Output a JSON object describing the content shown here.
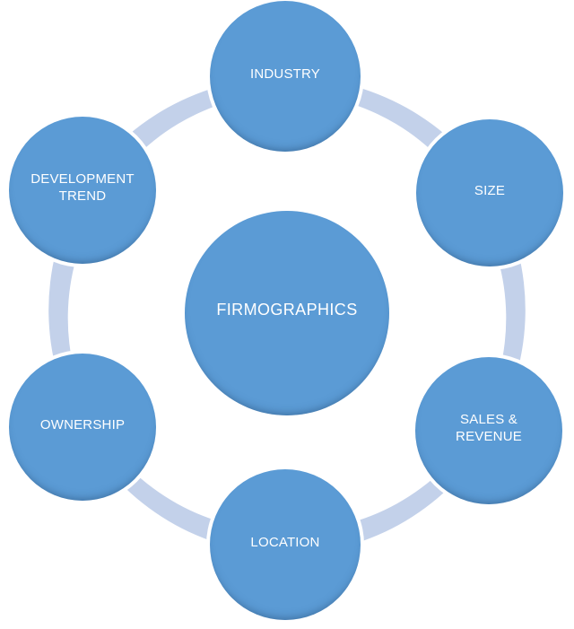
{
  "diagram": {
    "center": {
      "label": "FIRMOGRAPHICS"
    },
    "nodes": [
      {
        "id": "industry",
        "label": "INDUSTRY"
      },
      {
        "id": "size",
        "label": "SIZE"
      },
      {
        "id": "sales-revenue",
        "label": "SALES & REVENUE"
      },
      {
        "id": "location",
        "label": "LOCATION"
      },
      {
        "id": "ownership",
        "label": "OWNERSHIP"
      },
      {
        "id": "development-trend",
        "label": "DEVELOPMENT TREND"
      }
    ],
    "colors": {
      "node_fill": "#5B9BD5",
      "ring": "#C3D1EA",
      "label_text": "#FFFFFF",
      "background": "#FFFFFF"
    }
  }
}
